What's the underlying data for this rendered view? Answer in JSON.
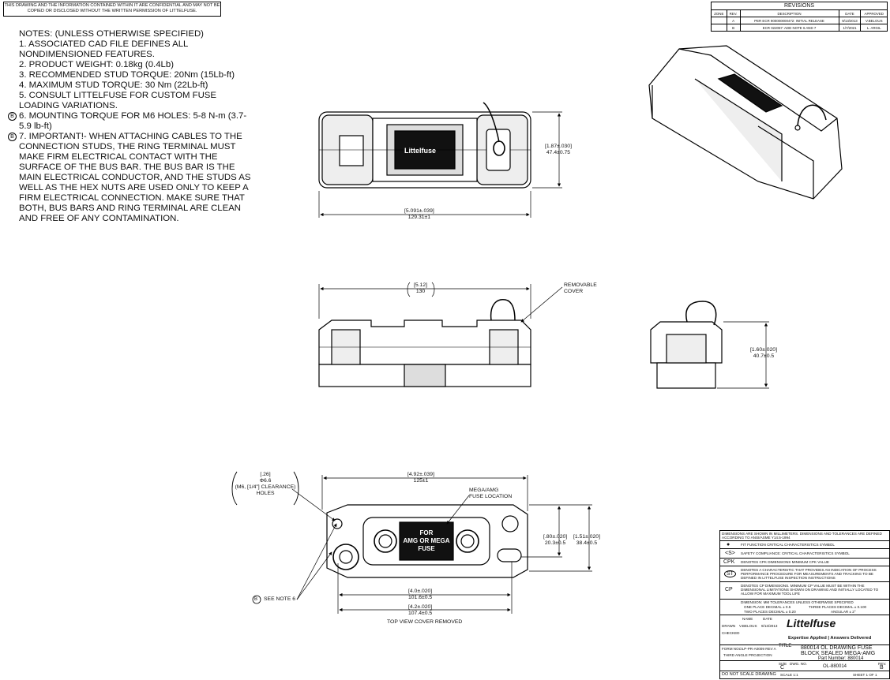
{
  "confidential": "THIS DRAWING AND THE INFORMATION CONTAINED WITHIN IT ARE CONFIDENTIAL AND MAY NOT BE COPIED OR DISCLOSED WITHOUT THE WRITTEN PERMISSION OF LITTELFUSE.",
  "notes": {
    "title": "NOTES: (UNLESS OTHERWISE SPECIFIED)",
    "items": [
      {
        "text": "1. ASSOCIATED CAD FILE DEFINES ALL NONDIMENSIONED FEATURES.",
        "rev": ""
      },
      {
        "text": "2. PRODUCT WEIGHT: 0.18kg (0.4Lb)",
        "rev": ""
      },
      {
        "text": "3. RECOMMENDED STUD TORQUE: 20Nm (15Lb-ft)",
        "rev": ""
      },
      {
        "text": "4. MAXIMUM STUD TORQUE: 30 Nm (22Lb-ft)",
        "rev": ""
      },
      {
        "text": "5. CONSULT LITTELFUSE FOR CUSTOM FUSE LOADING VARIATIONS.",
        "rev": ""
      },
      {
        "text": "6. MOUNTING TORQUE FOR M6 HOLES: 5-8 N-m (3.7-5.9 lb-ft)",
        "rev": "B"
      },
      {
        "text": "7. IMPORTANT!- WHEN ATTACHING CABLES TO THE CONNECTION STUDS, THE RING TERMINAL MUST MAKE FIRM ELECTRICAL CONTACT WITH THE SURFACE OF THE BUS BAR. THE BUS BAR IS THE MAIN ELECTRICAL CONDUCTOR, AND THE STUDS AS WELL AS THE HEX NUTS ARE USED ONLY TO KEEP A FIRM ELECTRICAL CONNECTION. MAKE SURE THAT BOTH, BUS BARS AND RING TERMINAL ARE CLEAN AND FREE OF ANY CONTAMINATION.",
        "rev": "B"
      }
    ]
  },
  "revisions": {
    "title": "REVISIONS",
    "headers": [
      "ZONE",
      "REV.",
      "DESCRIPTION",
      "DATE",
      "APPROVED"
    ],
    "rows": [
      [
        "",
        "A",
        "PER ECR 900000000472: INITIAL RELEASE",
        "9/13/2013",
        "V.BELOUS"
      ],
      [
        "",
        "B",
        "ECR 022057: ADD NOTE 6 AND 7",
        "1/7/2021",
        "L. ARGIL"
      ]
    ]
  },
  "dimensions": {
    "top_height": "[1.87±.030]\n47.4±0.75",
    "top_length": "[5.091±.039]\n129.31±1",
    "front_length": "[5.12]\n130",
    "removable_cover": "REMOVABLE\nCOVER",
    "side_height": "[1.60±.020]\n40.7±0.5",
    "holes": "[.26]\nΦ6.6\n(M6, [1/4\"] CLEARANCE)\nHOLES",
    "bottom_top_len": "[4.92±.039]\n125±1",
    "fuse_loc": "MEGA/AMG\nFUSE LOCATION",
    "bottom_h1": "[.80±.020]\n20.3±0.5",
    "bottom_h2": "[1.51±.020]\n38.4±0.5",
    "bottom_len1": "[4.0±.020]\n101.6±0.5",
    "bottom_len2": "[4.2±.020]\n107.4±0.5",
    "see_note": "SEE NOTE 6",
    "note_rev": "B",
    "top_view_caption": "TOP VIEW COVER REMOVED",
    "fuse_label": "FOR\nAMG OR MEGA\nFUSE",
    "brand_on_part": "Littelfuse"
  },
  "title_block": {
    "dim_header": "DIMENSIONS ARE SHOWN IN MILLIMETERS. DIMENSIONS AND TOLERANCES ARE DEFINED ACCORDING TO ANSI/ASME Y14.5-1994",
    "symbols": [
      {
        "sym": "●",
        "desc": "FIT FUNCTION CRITICAL CHARACTERISTICS SYMBOL"
      },
      {
        "sym": "<S>",
        "desc": "SAFETY COMPLIANCE: CRITICAL CHARACTERISTICS SYMBOL"
      },
      {
        "sym": "CPK",
        "desc": "DENOTES CPK DIMENSIONS MINIMUM CPK VALUE"
      },
      {
        "sym": "ST",
        "desc": "DENOTES A CHARACTERISTIC THAT PROVIDES AN INDICATION OF PROCESS PERFORMANCE PROCEDURE FOR MEASUREMENTS AND TRACKING TO BE DEFINED IN LITTELFUSE INSPECTION INSTRUCTIONS"
      },
      {
        "sym": "CP",
        "desc": "DENOTES CP DIMENSIONS. MINIMUM CP VALUE MUST BE WITHIN THE DIMENSIONAL LIMITATIONS SHOWN ON DRAWING AND INITIALLY LOCATED TO ALLOW FOR MAXIMUM TOOL LIFE"
      }
    ],
    "tolerances": "DIMENSION: MM TOLERANCES UNLESS OTHERWISE SPECIFIED",
    "tol_one": "ONE PLACE DECIMAL ± 0.5",
    "tol_two": "TWO PLACES DECIMAL ± 0.20",
    "tol_three": "THREE PLACES DECIMAL ± 0.100",
    "tol_ang": "ANGULAR ± 2°",
    "col_name": "NAME",
    "col_date": "DATE",
    "drawn_label": "DRAWN",
    "drawn_name": "V.BELOUS",
    "drawn_date": "9/13/2013",
    "checked_label": "CHECKED",
    "logo": "Littelfuse",
    "tagline": "Expertise Applied | Answers Delivered",
    "formno": "FORM NO.",
    "formno_val": "OLP-PR-A0009 REV A",
    "projection": "THIRD ANGLE PROJECTION",
    "title_label": "TITLE",
    "title1": "880014 OL DRAWING FUSE",
    "title2": "BLOCK SEALED MEGA-AMG",
    "part_number": "Part Number: 880014",
    "size_label": "SIZE",
    "size": "C",
    "dwg_label": "DWG. NO.",
    "dwg": "OL-880014",
    "rev_label": "REV.",
    "rev": "B",
    "do_not_scale": "DO NOT SCALE DRAWING",
    "scale": "SCALE 1:1",
    "sheet": "SHEET 1 OF 1"
  }
}
